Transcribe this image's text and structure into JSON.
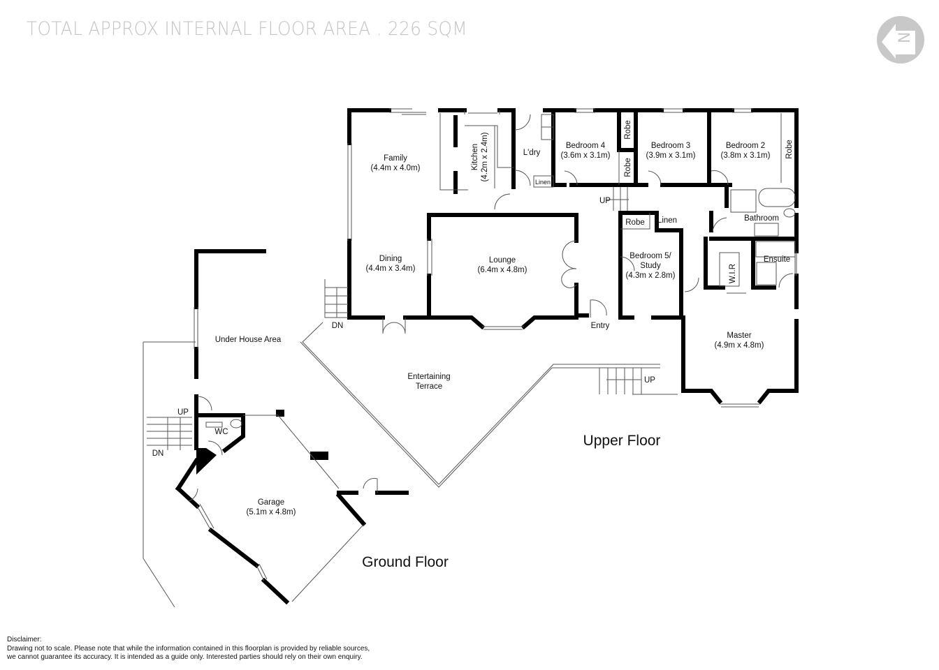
{
  "header": {
    "title": "TOTAL APPROX INTERNAL FLOOR AREA . 226 SQM"
  },
  "compass": {
    "icon": "north-arrow-icon",
    "letter": "N",
    "color": "#c8c8c8"
  },
  "upper_floor": {
    "label": "Upper Floor",
    "rooms": [
      {
        "name": "Family",
        "size": "(4.4m x 4.0m)"
      },
      {
        "name": "Kitchen",
        "size": "(4.2m x 2.4m)"
      },
      {
        "name": "L'dry",
        "size": ""
      },
      {
        "name": "Linen",
        "size": ""
      },
      {
        "name": "Bedroom 4",
        "size": "(3.6m x 3.1m)"
      },
      {
        "name": "Robe",
        "size": ""
      },
      {
        "name": "Robe",
        "size": ""
      },
      {
        "name": "Bedroom 3",
        "size": "(3.9m x 3.1m)"
      },
      {
        "name": "Bedroom 2",
        "size": "(3.8m x 3.1m)"
      },
      {
        "name": "Robe",
        "size": ""
      },
      {
        "name": "Bathroom",
        "size": ""
      },
      {
        "name": "Dining",
        "size": "(4.4m x 3.4m)"
      },
      {
        "name": "Lounge",
        "size": "(6.4m x 4.8m)"
      },
      {
        "name": "Robe",
        "size": ""
      },
      {
        "name": "Linen",
        "size": ""
      },
      {
        "name": "Bedroom 5/",
        "size": "Study"
      },
      {
        "name": "W.I.R",
        "size": ""
      },
      {
        "name": "Ensuite",
        "size": ""
      },
      {
        "name": "Entry",
        "size": ""
      },
      {
        "name": "Master",
        "size": "(4.9m x 4.8m)"
      },
      {
        "name": "Entertaining",
        "size": "Terrace"
      }
    ],
    "bed5_size": "(4.3m x 2.8m)",
    "stairs": [
      {
        "label": "UP"
      },
      {
        "label": "DN"
      },
      {
        "label": "UP"
      }
    ]
  },
  "ground_floor": {
    "label": "Ground Floor",
    "rooms": [
      {
        "name": "Under House Area",
        "size": ""
      },
      {
        "name": "WC",
        "size": ""
      },
      {
        "name": "Garage",
        "size": "(5.1m x 4.8m)"
      }
    ],
    "stairs": [
      {
        "label": "UP"
      },
      {
        "label": "DN"
      }
    ]
  },
  "disclaimer": {
    "heading": "Disclaimer:",
    "line1": "Drawing not to scale. Please note that while the information contained in this floorplan is provided by reliable sources,",
    "line2": "we cannot guarantee its accuracy. It is intended as a guide only. Interested parties should rely on their  own enquiry."
  },
  "colors": {
    "wall": "#000000",
    "thin_line": "#555555",
    "header_text": "#c4c4c4",
    "compass": "#c8c8c8"
  }
}
